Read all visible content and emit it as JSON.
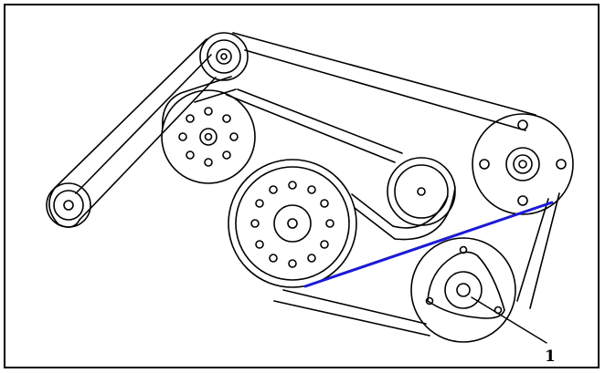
{
  "diagram": {
    "callout": {
      "label": "1"
    },
    "colors": {
      "line": "#000000",
      "highlight_belt": "#1a1ad6",
      "background": "#ffffff"
    },
    "components": [
      "top-idler-pulley",
      "left-idler-pulley",
      "fan-pulley",
      "alternator-pulley",
      "crankshaft-pulley",
      "tensioner-pulley",
      "power-steering-pulley",
      "serpentine-belt",
      "highlighted-belt-section"
    ]
  }
}
